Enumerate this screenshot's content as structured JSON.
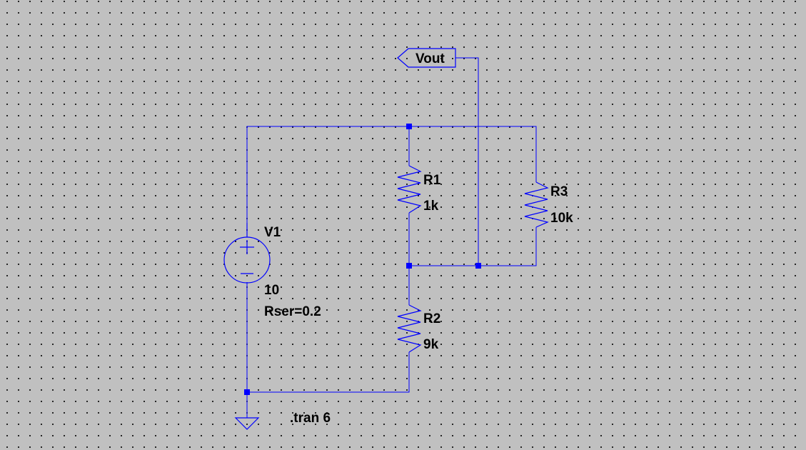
{
  "components": {
    "v1": {
      "name": "V1",
      "value": "10",
      "param": "Rser=0.2"
    },
    "r1": {
      "name": "R1",
      "value": "1k"
    },
    "r2": {
      "name": "R2",
      "value": "9k"
    },
    "r3": {
      "name": "R3",
      "value": "10k"
    }
  },
  "net_label": "Vout",
  "directive": ".tran 6",
  "colors": {
    "wire": "#0000ff",
    "background": "#c0c0c0",
    "grid_dot": "#000000",
    "text": "#000000"
  }
}
